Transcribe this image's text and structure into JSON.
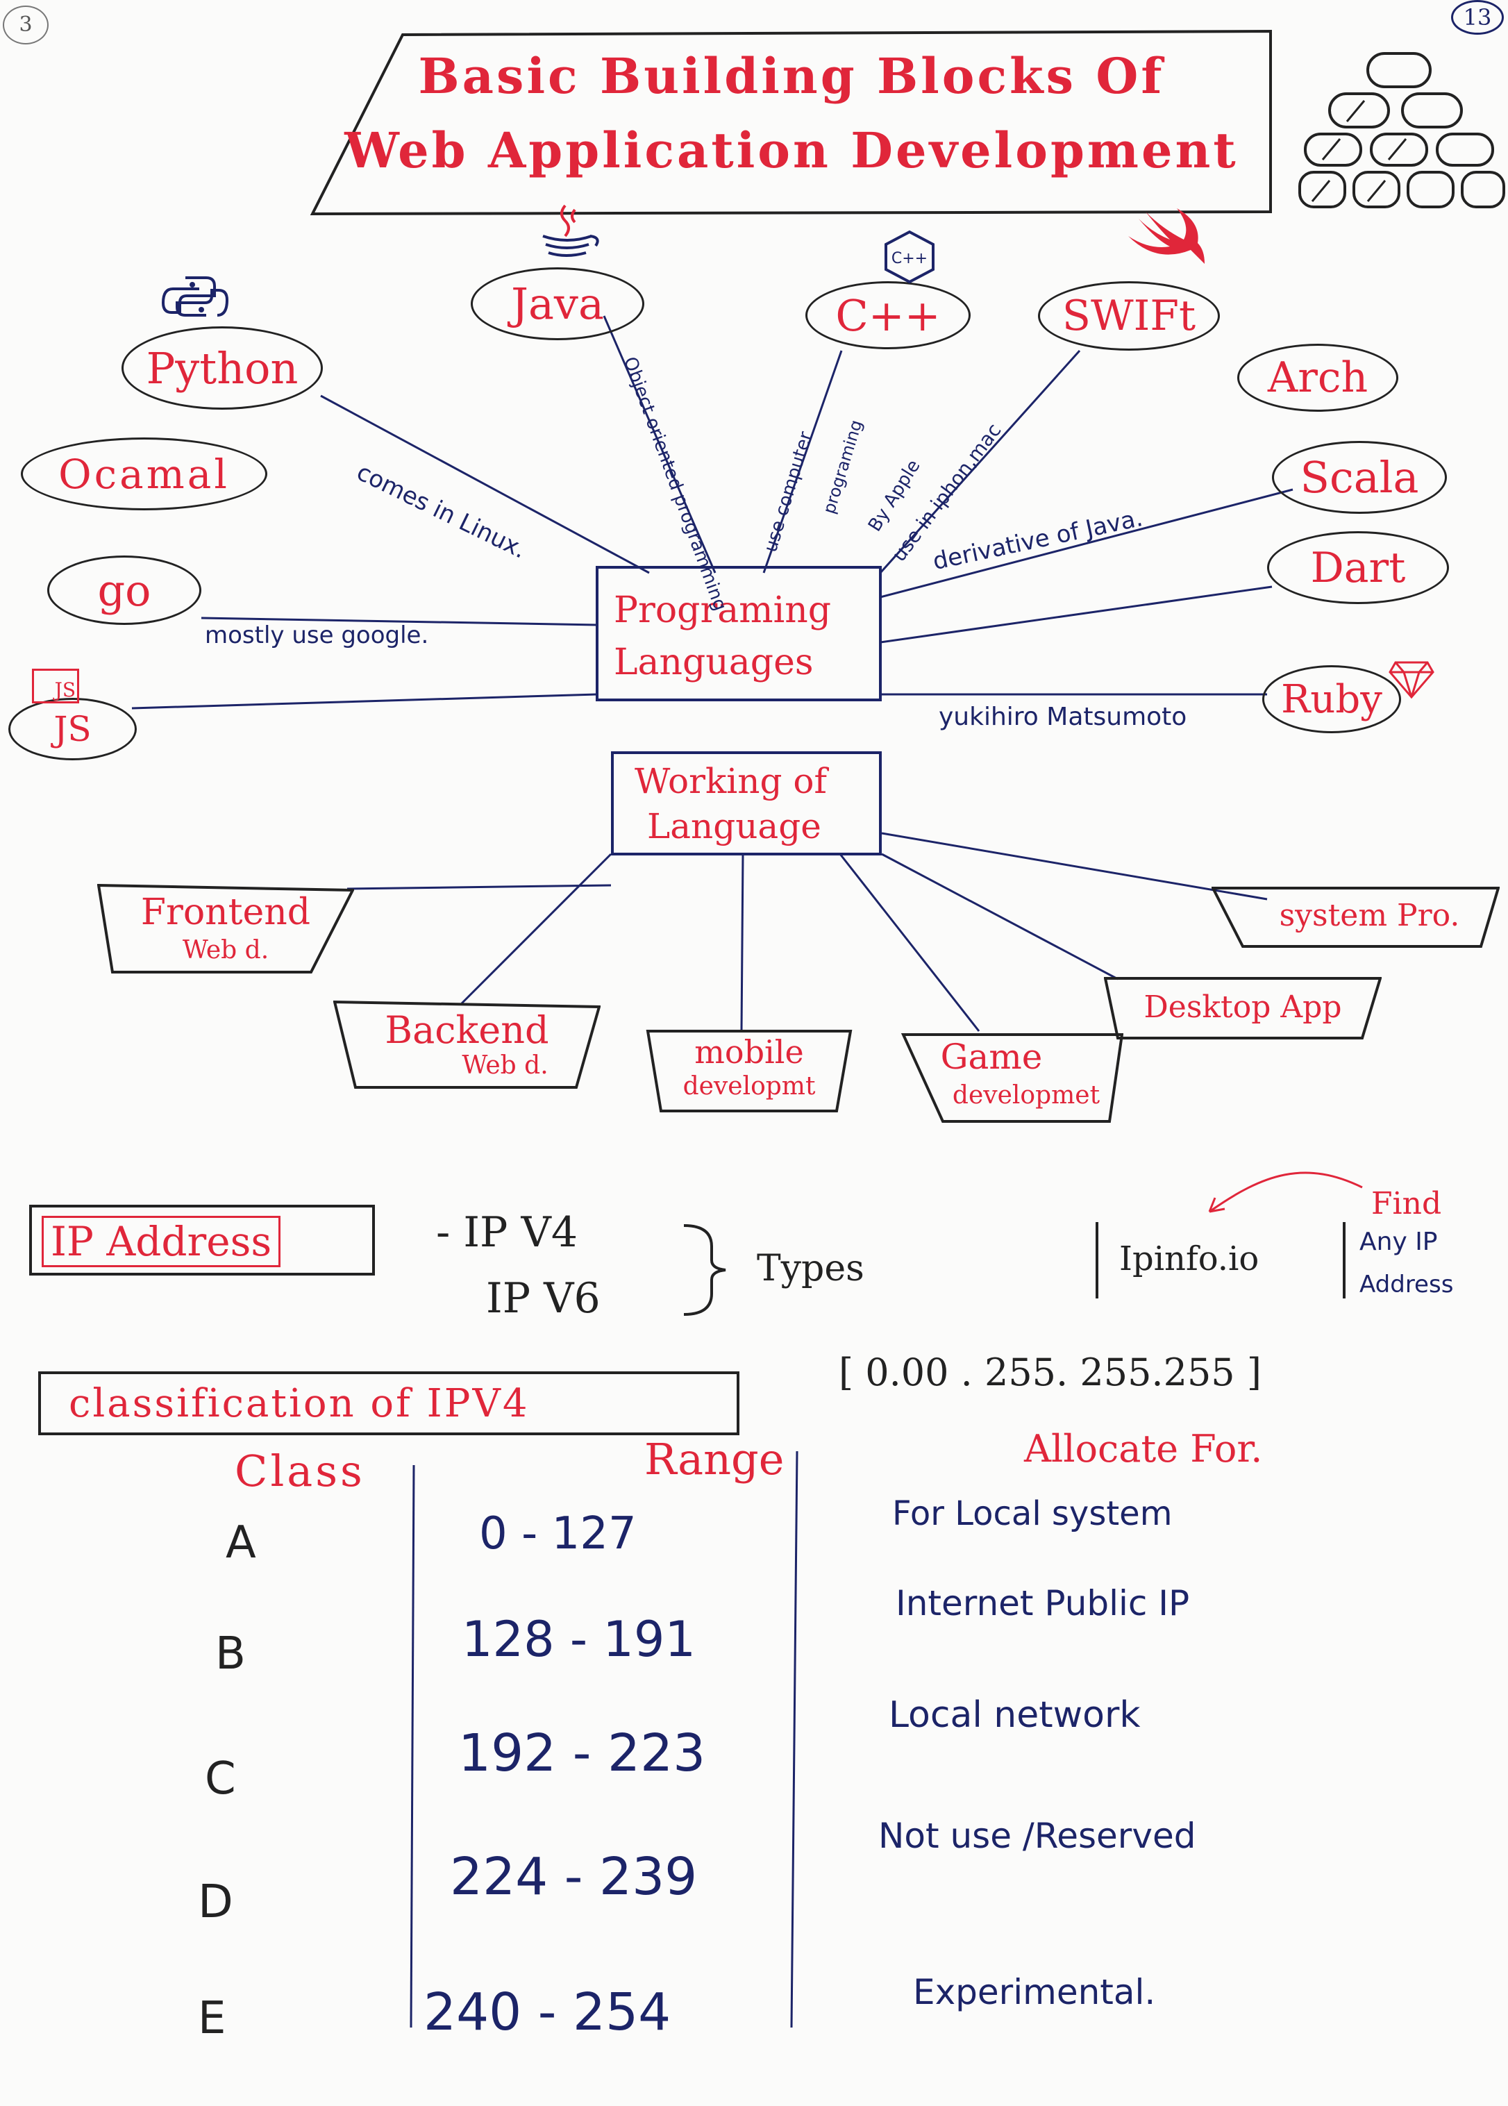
{
  "corner": {
    "left_mark": "3",
    "right_mark": "13"
  },
  "title": {
    "line1": "Basic Building Blocks Of",
    "line2": "Web Application Development"
  },
  "center": {
    "line1": "Programing",
    "line2": "Languages"
  },
  "languages": {
    "python": "Python",
    "java": "Java",
    "cpp": "C++",
    "swift": "SWIFt",
    "arch": "Arch",
    "scala": "Scala",
    "dart": "Dart",
    "ruby": "Ruby",
    "ocamal": "Ocamal",
    "go": "go",
    "js": "JS",
    "js_badge": "JS"
  },
  "cpp_badge": "C++",
  "notes": {
    "python": "comes in Linux.",
    "java": "Object oriented programming",
    "cpp_1": "use computer",
    "cpp_2": "programing",
    "swift_1": "By Apple",
    "swift_2": "use in iphon,mac",
    "scala": "derivative of Java.",
    "go": "mostly use google.",
    "ruby": "yukihiro Matsumoto"
  },
  "working": {
    "line1": "Working of",
    "line2": "Language"
  },
  "areas": {
    "frontend_1": "Frontend",
    "frontend_2": "Web d.",
    "backend_1": "Backend",
    "backend_2": "Web d.",
    "mobile_1": "mobile",
    "mobile_2": "developmt",
    "game_1": "Game",
    "game_2": "developmet",
    "desktop": "Desktop App",
    "system": "system Pro."
  },
  "ip": {
    "label": "IP Address",
    "v4": "- IP V4",
    "v6": "IP V6",
    "types": "Types",
    "site": "Ipinfo.io",
    "find_1": "Find",
    "find_2": "Any IP",
    "find_3": "Address"
  },
  "classification": {
    "label": "classification of IPV4",
    "range_all": "[ 0.00 . 255. 255.255 ]",
    "col_class": "Class",
    "col_range": "Range",
    "col_alloc": "Allocate For.",
    "rows": [
      {
        "class": "A",
        "range": "0 - 127",
        "alloc": "For Local system"
      },
      {
        "class": "B",
        "range": "128 - 191",
        "alloc": "Internet Public IP"
      },
      {
        "class": "C",
        "range": "192 - 223",
        "alloc": "Local network"
      },
      {
        "class": "D",
        "range": "224 - 239",
        "alloc": "Not use /Reserved"
      },
      {
        "class": "E",
        "range": "240 - 254",
        "alloc": "Experimental."
      }
    ]
  },
  "colors": {
    "red": "#e0263a",
    "ink": "#1c2468",
    "black": "#222222"
  },
  "icons": [
    "python-logo-icon",
    "java-cup-icon",
    "cpp-hexagon-icon",
    "swift-bird-icon",
    "ruby-gem-icon",
    "js-logo-icon",
    "brick-wall-icon"
  ]
}
